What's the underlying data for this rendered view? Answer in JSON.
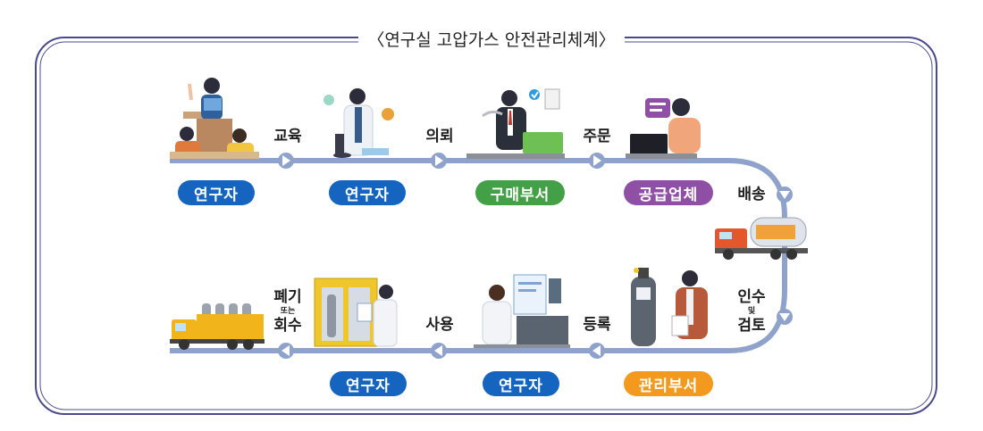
{
  "title": "〈연구실 고압가스 안전관리체계〉",
  "colors": {
    "frame": "#4a4a8a",
    "track": "#8ea2cc",
    "arrow_fill": "#ffffff",
    "researcher": "#1565c0",
    "purchase": "#43a047",
    "supplier": "#8e4fa5",
    "management": "#f39a1e"
  },
  "top_row": [
    {
      "badge": "연구자",
      "figure": "lecturer-icon"
    },
    {
      "badge": "연구자",
      "figure": "scientist-icon"
    },
    {
      "badge": "구매부서",
      "figure": "purchase-officer-icon"
    },
    {
      "badge": "공급업체",
      "figure": "supplier-operator-icon"
    }
  ],
  "bottom_row": [
    {
      "badge": "",
      "figure": "cylinder-truck-icon"
    },
    {
      "badge": "연구자",
      "figure": "gas-cabinet-researcher-icon"
    },
    {
      "badge": "연구자",
      "figure": "computer-researcher-icon"
    },
    {
      "badge": "관리부서",
      "figure": "inspector-cylinder-icon"
    }
  ],
  "steps": {
    "education": "교육",
    "request": "의뢰",
    "order": "주문",
    "delivery": "배송",
    "receive_line1": "인수",
    "receive_and": "및",
    "receive_line2": "검토",
    "register": "등록",
    "use": "사용",
    "dispose_line1": "폐기",
    "dispose_or": "또는",
    "dispose_line2": "회수"
  },
  "truck_label": "tanker-truck-icon"
}
